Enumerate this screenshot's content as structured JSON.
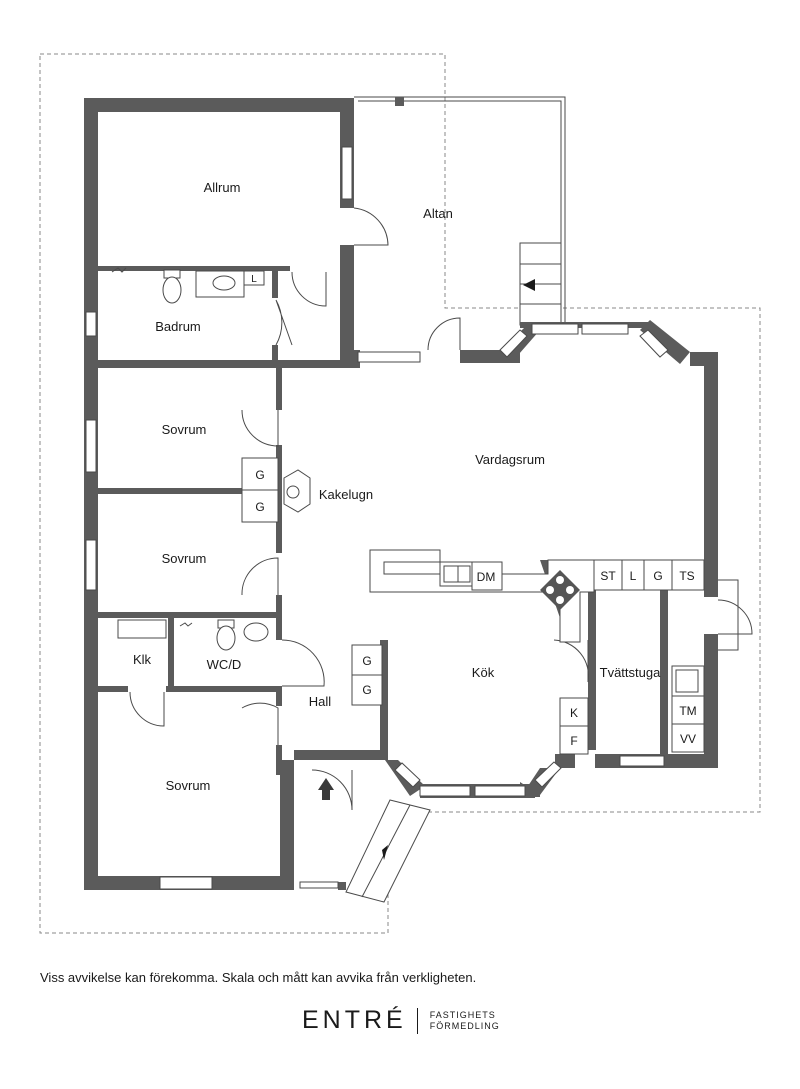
{
  "rooms": {
    "allrum": "Allrum",
    "altan": "Altan",
    "badrum": "Badrum",
    "sovrum_1": "Sovrum",
    "sovrum_2": "Sovrum",
    "sovrum_3": "Sovrum",
    "vardagsrum": "Vardagsrum",
    "kakelugn": "Kakelugn",
    "kok": "Kök",
    "tvattstuga": "Tvättstuga",
    "klk": "Klk",
    "wcd": "WC/D",
    "hall": "Hall"
  },
  "fixtures": {
    "bath_l": "L",
    "wardrobe_g1": "G",
    "wardrobe_g2": "G",
    "hall_g1": "G",
    "hall_g2": "G",
    "dm": "DM",
    "st": "ST",
    "laundry_l": "L",
    "laundry_g": "G",
    "ts": "TS",
    "k": "K",
    "f": "F",
    "tm": "TM",
    "vv": "VV"
  },
  "footer": {
    "disclaimer": "Viss avvikelse kan förekomma. Skala och mått kan avvika från verkligheten.",
    "logo_word": "ENTRÉ",
    "logo_line1": "FASTIGHETS",
    "logo_line2": "FÖRMEDLING"
  }
}
